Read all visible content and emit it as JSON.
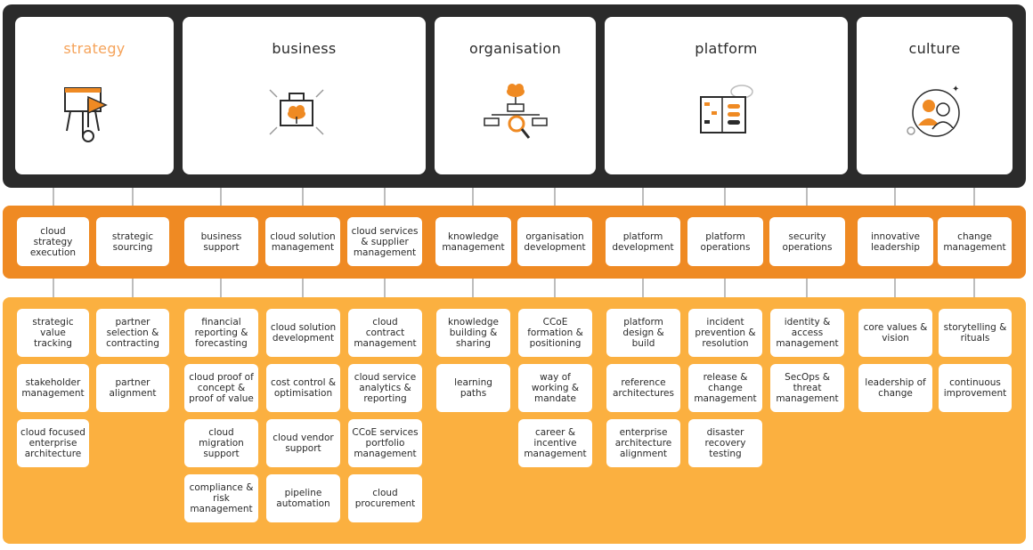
{
  "pillars": [
    {
      "id": "strategy",
      "title": "strategy"
    },
    {
      "id": "business",
      "title": "business"
    },
    {
      "id": "organisation",
      "title": "organisation"
    },
    {
      "id": "platform",
      "title": "platform"
    },
    {
      "id": "culture",
      "title": "culture"
    }
  ],
  "capabilities": [
    "cloud strategy execution",
    "strategic sourcing",
    "business support",
    "cloud solution management",
    "cloud services & supplier management",
    "knowledge management",
    "organisation development",
    "platform development",
    "platform operations",
    "security operations",
    "innovative leadership",
    "change management"
  ],
  "details": [
    [
      "strategic value tracking",
      "stakeholder management",
      "cloud focused enterprise architecture"
    ],
    [
      "partner selection & contracting",
      "partner alignment"
    ],
    [
      "financial reporting & forecasting",
      "cloud proof of concept & proof of value",
      "cloud migration support",
      "compliance & risk management"
    ],
    [
      "cloud solution development",
      "cost control & optimisation",
      "cloud vendor support",
      "pipeline automation"
    ],
    [
      "cloud contract management",
      "cloud service analytics & reporting",
      "CCoE services portfolio management",
      "cloud procurement"
    ],
    [
      "knowledge building & sharing",
      "learning paths"
    ],
    [
      "CCoE formation & positioning",
      "way of working & mandate",
      "career & incentive management"
    ],
    [
      "platform design & build",
      "reference architectures",
      "enterprise architecture alignment"
    ],
    [
      "incident prevention & resolution",
      "release & change management",
      "disaster recovery testing"
    ],
    [
      "identity & access management",
      "SecOps & threat management"
    ],
    [
      "core values & vision",
      "leadership of change"
    ],
    [
      "storytelling & rituals",
      "continuous improvement"
    ]
  ],
  "colors": {
    "dark": "#2b2b2b",
    "orange": "#ef8a23",
    "amber": "#fbb040",
    "accent": "#f5a35a"
  }
}
